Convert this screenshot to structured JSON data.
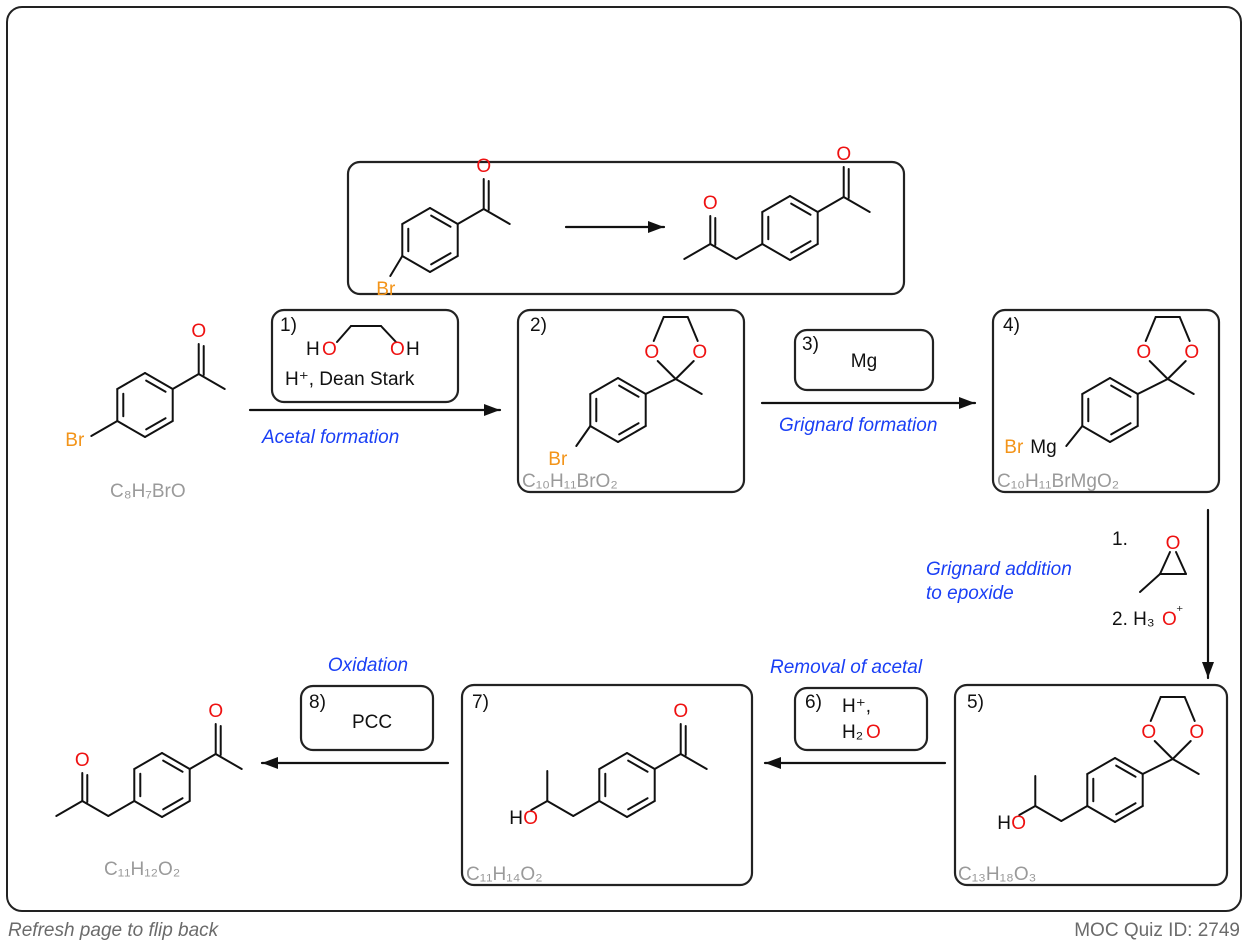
{
  "colors": {
    "bond": "#111111",
    "oxygen": "#ee1111",
    "bromine": "#f39419",
    "label_blue": "#1a3ff5",
    "formula_gray": "#9a9a9a",
    "box_border": "#222222"
  },
  "atoms": {
    "oxygen": "O",
    "bromine": "Br",
    "magnesium": "Mg",
    "hydroxyl_h": "H"
  },
  "problem_box": {
    "start_br": "Br",
    "start_o": "O",
    "target_o_left": "O",
    "target_o_right": "O"
  },
  "steps": [
    {
      "num": "1)",
      "reagent_ho": "HO",
      "reagent_oh": "OH",
      "reagent_line2": "H⁺, Dean Stark",
      "label": "Acetal formation"
    },
    {
      "num": "3)",
      "reagent": "Mg",
      "label": "Grignard formation"
    },
    {
      "reagent_line1": "1.",
      "reagent_line2": "2. H₃",
      "reagent_line2_o": "O",
      "reagent_line2_plus": "⁺",
      "label_line1": "Grignard addition",
      "label_line2": "to epoxide"
    },
    {
      "num": "6)",
      "reagent_line1": "H⁺,",
      "reagent_line2": "H₂",
      "reagent_line2_o": "O",
      "label": "Removal of acetal"
    },
    {
      "num": "8)",
      "reagent": "PCC",
      "label": "Oxidation"
    }
  ],
  "compounds": [
    {
      "id": "start",
      "num": "",
      "formula": "C₈H₇BrO"
    },
    {
      "id": "acetal",
      "num": "2)",
      "formula": "C₁₀H₁₁BrO₂"
    },
    {
      "id": "grignard",
      "num": "4)",
      "formula": "C₁₀H₁₁BrMgO₂"
    },
    {
      "id": "alcohol-acetal",
      "num": "5)",
      "formula": "C₁₃H₁₈O₃"
    },
    {
      "id": "alcohol-ketone",
      "num": "7)",
      "formula": "C₁₁H₁₄O₂"
    },
    {
      "id": "product",
      "num": "",
      "formula": "C₁₁H₁₂O₂"
    }
  ],
  "footer": {
    "left": "Refresh page to flip back",
    "right": "MOC Quiz ID: 2749"
  }
}
